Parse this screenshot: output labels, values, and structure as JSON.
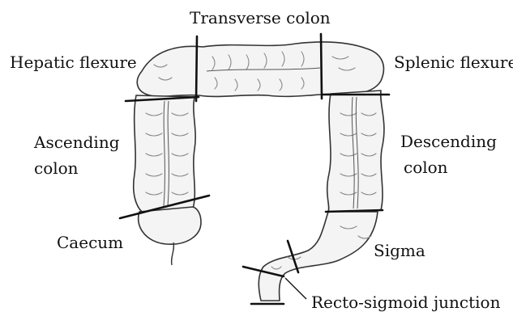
{
  "labels": {
    "transverse": "Transverse colon",
    "hepatic": "Hepatic flexure",
    "splenic": "Splenic flexure",
    "ascending_1": "Ascending",
    "ascending_2": "colon",
    "descending_1": "Descending",
    "descending_2": "colon",
    "caecum": "Caecum",
    "sigma": "Sigma",
    "recto": "Recto-sigmoid junction"
  },
  "colors": {
    "ink": "#111111",
    "outline": "#333333",
    "shade": "#8a8a8a",
    "fill": "#f4f4f4"
  }
}
